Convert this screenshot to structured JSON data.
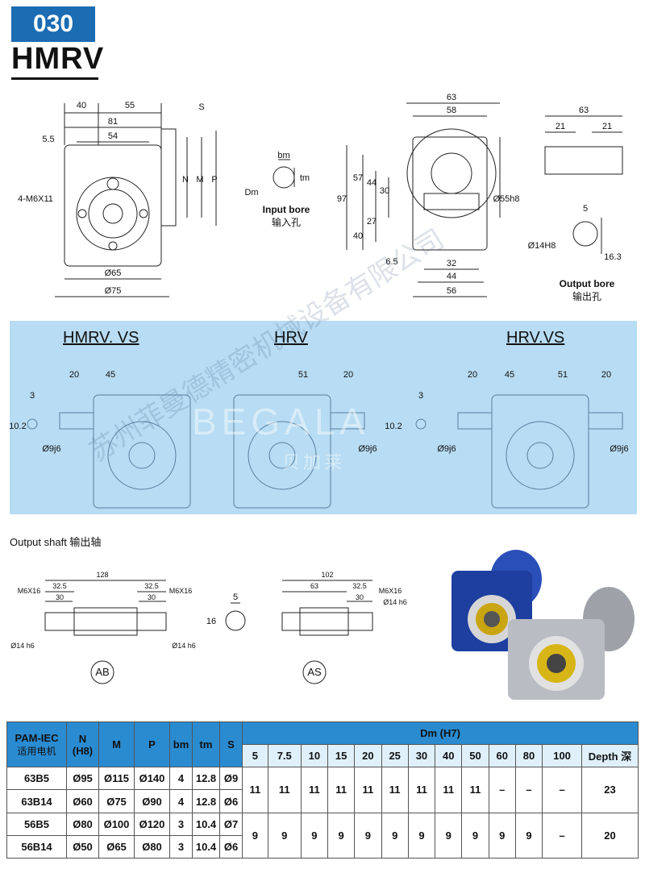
{
  "header": {
    "size_code": "030",
    "model": "HMRV"
  },
  "drawing_top": {
    "left_dims": [
      "40",
      "55",
      "81",
      "54",
      "5.5",
      "4-M6X11",
      "N",
      "M",
      "P",
      "S",
      "Ø65",
      "Ø75"
    ],
    "input_bore": {
      "label": "Input bore",
      "label_cn": "输入孔",
      "bm": "bm",
      "tm": "tm",
      "dm": "Dm"
    },
    "mid_dims": [
      "63",
      "58",
      "97",
      "57",
      "44",
      "30",
      "40",
      "27",
      "6.5",
      "Ø55h8",
      "32",
      "44",
      "56"
    ],
    "output_bore": {
      "label": "Output  bore",
      "label_cn": "输出孔",
      "dims": [
        "63",
        "21",
        "21",
        "5",
        "Ø14H8",
        "16.3"
      ]
    }
  },
  "band": {
    "titles": [
      "HMRV. VS",
      "HRV",
      "HRV.VS"
    ],
    "vs_left_dims": [
      "20",
      "45",
      "3",
      "10.2",
      "Ø9j6"
    ],
    "hrv_dims": [
      "51",
      "20",
      "Ø9j6"
    ],
    "hrvvs_dims": [
      "20",
      "45",
      "51",
      "20",
      "3",
      "10.2",
      "Ø9j6",
      "Ø9j6"
    ]
  },
  "output_shaft": {
    "title": "Output shaft 输出轴",
    "ab": {
      "label": "AB",
      "dims": [
        "128",
        "32.5",
        "32.5",
        "30",
        "30",
        "M6X16",
        "M6X16",
        "Ø14 h6",
        "Ø14 h6"
      ]
    },
    "key": {
      "dims": [
        "5",
        "16"
      ]
    },
    "as": {
      "label": "AS",
      "dims": [
        "102",
        "63",
        "32.5",
        "30",
        "M6X16",
        "Ø14 h6"
      ]
    }
  },
  "watermark": {
    "text1": "苏州菲曼德精密机械设备有限公司",
    "text2": "BEGALA",
    "text3": "贝加莱"
  },
  "table": {
    "head_pam": "PAM-IEC",
    "head_pam_cn": "适用电机",
    "head_n": "N",
    "head_n2": "(H8)",
    "head_m": "M",
    "head_p": "P",
    "head_bm": "bm",
    "head_tm": "tm",
    "head_s": "S",
    "head_dm": "Dm (H7)",
    "ratios": [
      "5",
      "7.5",
      "10",
      "15",
      "20",
      "25",
      "30",
      "40",
      "50",
      "60",
      "80",
      "100"
    ],
    "head_depth": "Depth 深",
    "rows": [
      {
        "pam": "63B5",
        "n": "Ø95",
        "m": "Ø115",
        "p": "Ø140",
        "bm": "4",
        "tm": "12.8",
        "s": "Ø9"
      },
      {
        "pam": "63B14",
        "n": "Ø60",
        "m": "Ø75",
        "p": "Ø90",
        "bm": "4",
        "tm": "12.8",
        "s": "Ø6"
      },
      {
        "pam": "56B5",
        "n": "Ø80",
        "m": "Ø100",
        "p": "Ø120",
        "bm": "3",
        "tm": "10.4",
        "s": "Ø7"
      },
      {
        "pam": "56B14",
        "n": "Ø50",
        "m": "Ø65",
        "p": "Ø80",
        "bm": "3",
        "tm": "10.4",
        "s": "Ø6"
      }
    ],
    "group1_dm": [
      "11",
      "11",
      "11",
      "11",
      "11",
      "11",
      "11",
      "11",
      "11",
      "–",
      "–",
      "–"
    ],
    "group1_depth": "23",
    "group2_dm": [
      "9",
      "9",
      "9",
      "9",
      "9",
      "9",
      "9",
      "9",
      "9",
      "9",
      "9",
      "–"
    ],
    "group2_depth": "20"
  },
  "colors": {
    "header_blue": "#1b6cb3",
    "band_blue": "#b7dcf3",
    "table_head_blue": "#2a8bd1",
    "gearbox_blue": "#1e3fa0",
    "gearbox_silver": "#b9bcc2"
  }
}
